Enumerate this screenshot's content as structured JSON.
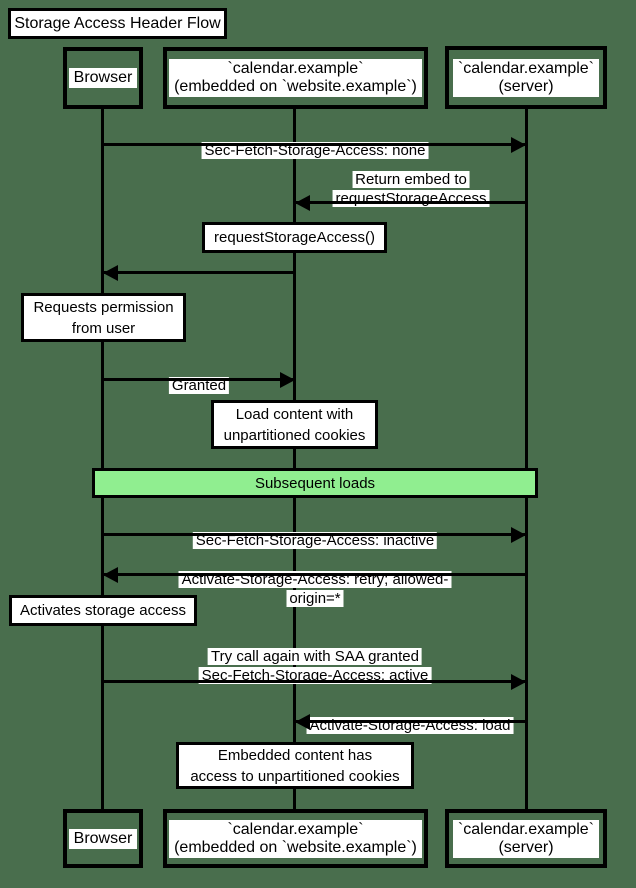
{
  "colors": {
    "background": "#496E4D",
    "line": "#000000",
    "box_fill": "#ffffff",
    "band_fill": "#90EE90"
  },
  "title": "Storage Access Header Flow",
  "participants": {
    "browser": "Browser",
    "embed": "`calendar.example`\n(embedded on `website.example`)",
    "server": "`calendar.example`\n(server)"
  },
  "messages": {
    "sec_fetch_none": "Sec-Fetch-Storage-Access: none",
    "return_embed": "Return embed to\nrequestStorageAccess",
    "granted": "Granted",
    "sec_fetch_inactive": "Sec-Fetch-Storage-Access: inactive",
    "activate_retry": "Activate-Storage-Access: retry; allowed-origin=*",
    "try_again": "Try call again with SAA granted\nSec-Fetch-Storage-Access: active",
    "activate_load": "Activate-Storage-Access: load"
  },
  "notes": {
    "request_storage_access": "requestStorageAccess()",
    "requests_permission": "Requests permission\nfrom user",
    "load_content": "Load content with\nunpartitioned cookies",
    "activates_storage": "Activates storage access",
    "embedded_content": "Embedded content has\naccess to unpartitioned cookies"
  },
  "band": {
    "label": "Subsequent loads"
  }
}
